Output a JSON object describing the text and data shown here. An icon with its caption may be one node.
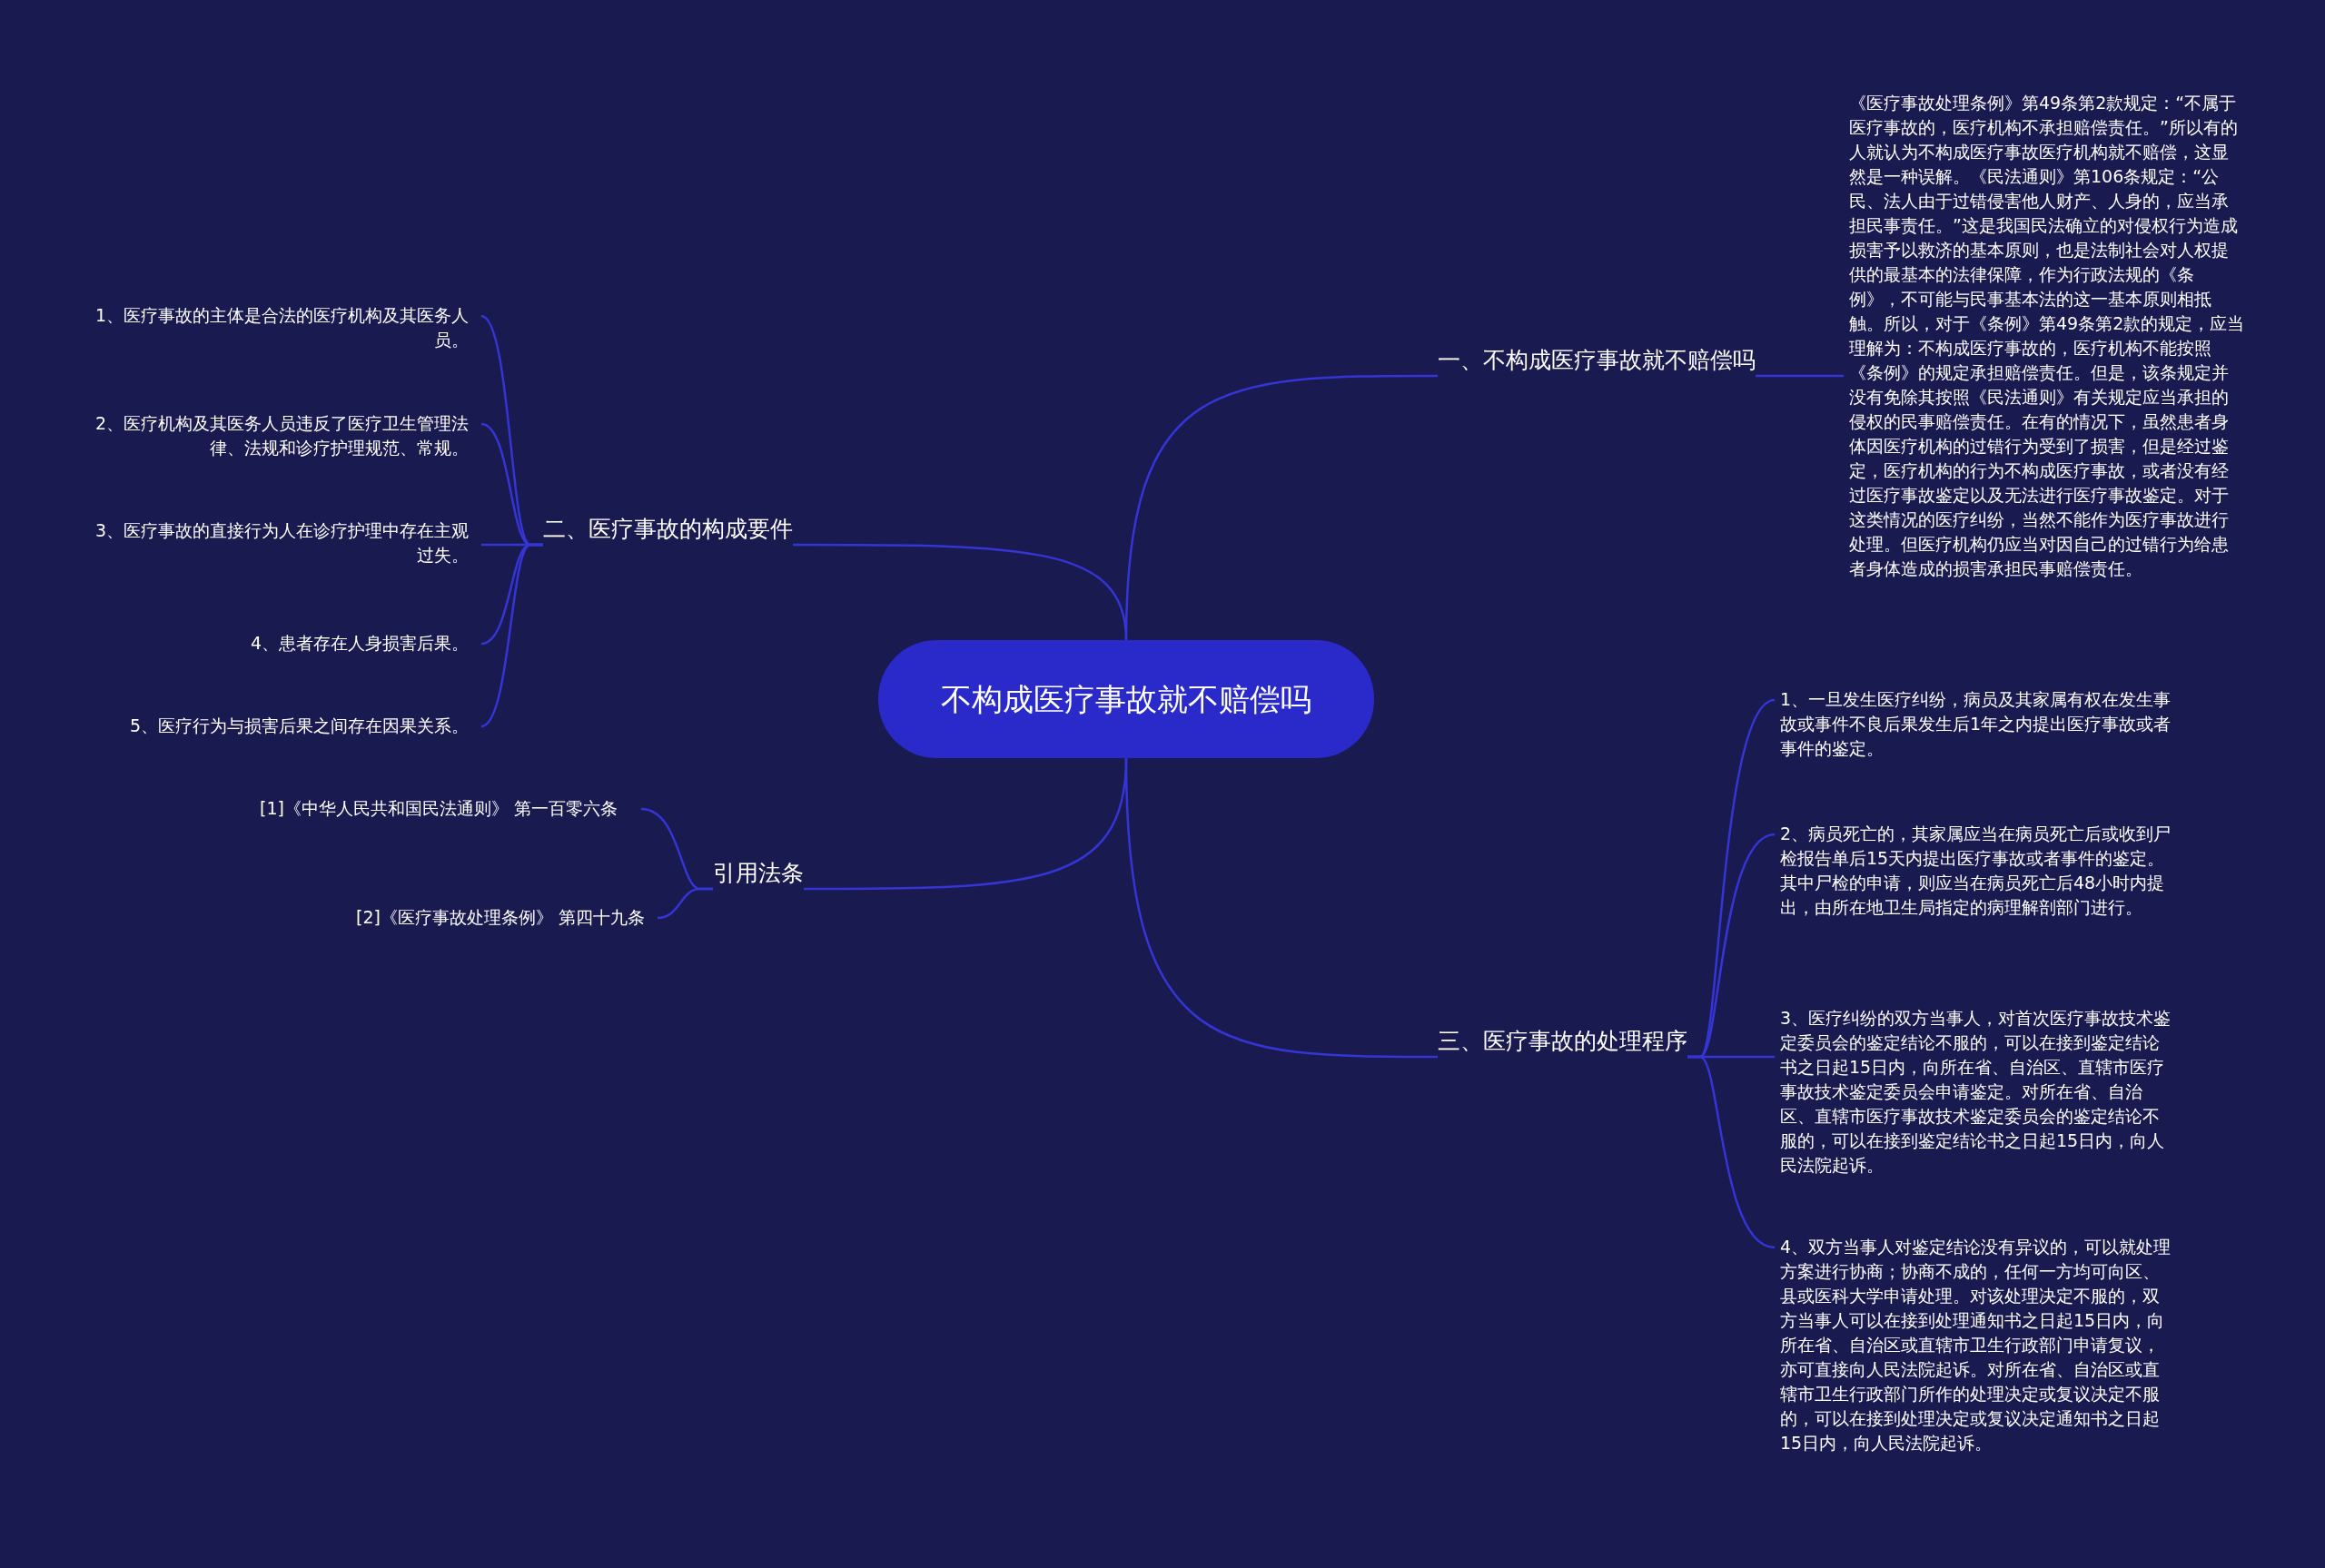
{
  "diagram": {
    "nodes": [
      {
        "text": [
          "不构成医疗事故就不赔偿吗"
        ]
      },
      {
        "text": [
          "一、不构成医疗事故就不赔偿吗"
        ]
      },
      {
        "text": [
          "《医疗事故处理条例》第49条第2款规定：“不属于医疗事故的，医疗机构不承担赔偿责任。”所以有的人就认为不构成医疗事故医疗机构就不赔偿，这显然是一种误解。《民法通则》第106条规定：“公民、法人由于过错侵害他人财产、人身的，应当承担民事责任。”这是我国民法确立的对侵权行为造成损害予以救济的基本原则，也是法制社会对人权提供的最基本的法律保障，作为行政法规的《条例》，不可能与民事基本法的这一基本原则相抵触。所以，对于《条例》第49条第2款的规定，应当理解为：不构成医疗事故的，医疗机构不能按照《条例》的规定承担赔偿责任。但是，该条规定并没有免除其按照《民法通则》有关规定应当承担的侵权的民事赔偿责任。在有的情况下，虽然患者身体因医疗机构的过错行为受到了损害，但是经过鉴定，医疗机构的行为不构成医疗事故，或者没有经过医疗事故鉴定以及无法进行医疗事故鉴定。对于这类情况的医疗纠纷，当然不能作为医疗事故进行处理。但医疗机构仍应当对因自己的过错行为给患者身体造成的损害承担民事赔偿责任。"
        ]
      },
      {
        "text": [
          "二、医疗事故的构成要件"
        ]
      },
      {
        "text": [
          "1、医疗事故的主体是合法的医疗机构及其医务人员。"
        ]
      },
      {
        "text": [
          "2、医疗机构及其医务人员违反了医疗卫生管理法律、法规和诊疗护理规范、常规。"
        ]
      },
      {
        "text": [
          "3、医疗事故的直接行为人在诊疗护理中存在主观过失。"
        ]
      },
      {
        "text": [
          "4、患者存在人身损害后果。"
        ]
      },
      {
        "text": [
          "5、医疗行为与损害后果之间存在因果关系。"
        ]
      },
      {
        "text": [
          "引用法条"
        ]
      },
      {
        "text": [
          "[1]《中华人民共和国民法通则》 第一百零六条"
        ]
      },
      {
        "text": [
          "[2]《医疗事故处理条例》 第四十九条"
        ]
      },
      {
        "text": [
          "三、医疗事故的处理程序"
        ]
      },
      {
        "text": [
          "1、一旦发生医疗纠纷，病员及其家属有权在发生事故或事件不良后果发生后1年之内提出医疗事故或者事件的鉴定。"
        ]
      },
      {
        "text": [
          "2、病员死亡的，其家属应当在病员死亡后或收到尸检报告单后15天内提出医疗事故或者事件的鉴定。其中尸检的申请，则应当在病员死亡后48小时内提出，由所在地卫生局指定的病理解剖部门进行。"
        ]
      },
      {
        "text": [
          "3、医疗纠纷的双方当事人，对首次医疗事故技术鉴定委员会的鉴定结论不服的，可以在接到鉴定结论书之日起15日内，向所在省、自治区、直辖市医疗事故技术鉴定委员会申请鉴定。对所在省、自治区、直辖市医疗事故技术鉴定委员会的鉴定结论不服的，可以在接到鉴定结论书之日起15日内，向人民法院起诉。"
        ]
      },
      {
        "text": [
          "4、双方当事人对鉴定结论没有异议的，可以就处理方案进行协商；协商不成的，任何一方均可向区、县或医科大学申请处理。对该处理决定不服的，双方当事人可以在接到处理通知书之日起15日内，向所在省、自治区或直辖市卫生行政部门申请复议，亦可直接向人民法院起诉。对所在省、自治区或直辖市卫生行政部门所作的处理决定或复议决定不服的，可以在接到处理决定或复议决定通知书之日起15日内，向人民法院起诉。"
        ]
      }
    ],
    "edges": [
      {
        "from": 0,
        "to": 1,
        "arrow": "none"
      },
      {
        "from": 1,
        "to": 2,
        "arrow": "none"
      },
      {
        "from": 0,
        "to": 3,
        "arrow": "none"
      },
      {
        "from": 3,
        "to": 4,
        "arrow": "none"
      },
      {
        "from": 3,
        "to": 5,
        "arrow": "none"
      },
      {
        "from": 3,
        "to": 6,
        "arrow": "none"
      },
      {
        "from": 3,
        "to": 7,
        "arrow": "none"
      },
      {
        "from": 3,
        "to": 8,
        "arrow": "none"
      },
      {
        "from": 0,
        "to": 9,
        "arrow": "none"
      },
      {
        "from": 9,
        "to": 10,
        "arrow": "none"
      },
      {
        "from": 9,
        "to": 11,
        "arrow": "none"
      },
      {
        "from": 0,
        "to": 12,
        "arrow": "none"
      },
      {
        "from": 12,
        "to": 13,
        "arrow": "none"
      },
      {
        "from": 12,
        "to": 14,
        "arrow": "none"
      },
      {
        "from": 12,
        "to": 15,
        "arrow": "none"
      },
      {
        "from": 12,
        "to": 16,
        "arrow": "none"
      }
    ]
  }
}
